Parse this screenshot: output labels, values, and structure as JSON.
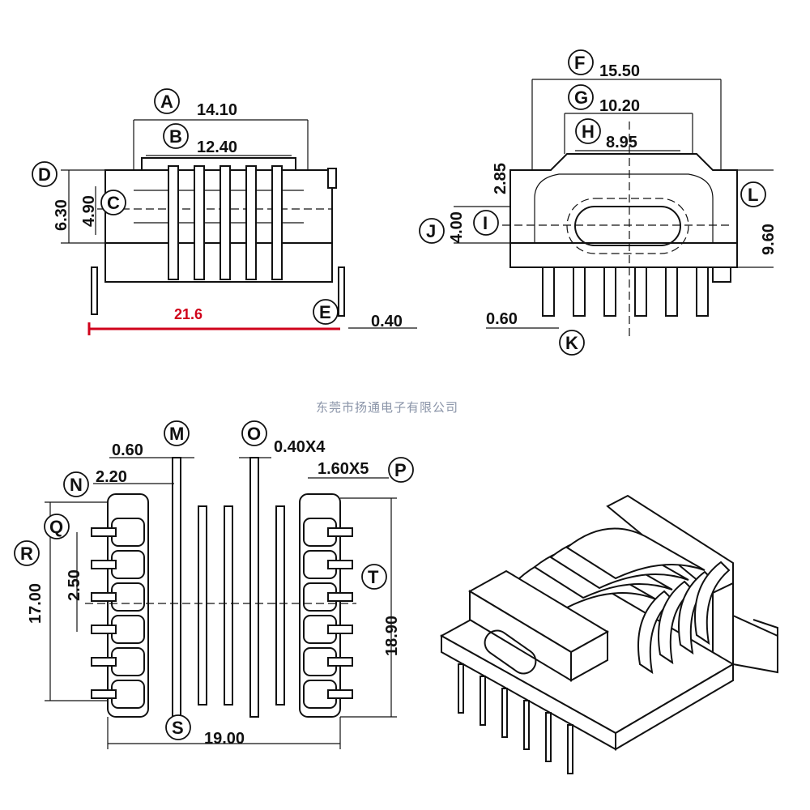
{
  "watermark": "东莞市扬通电子有限公司",
  "view_front": {
    "dims": {
      "a": "14.10",
      "b": "12.40",
      "d": "6.30",
      "c": "4.90",
      "e": "0.40",
      "overall_red": "21.6"
    }
  },
  "view_side": {
    "dims": {
      "f": "15.50",
      "g": "10.20",
      "h": "8.95",
      "top": "2.85",
      "j": "4.00",
      "l": "9.60",
      "k": "0.60"
    }
  },
  "view_bottom": {
    "dims": {
      "m": "0.60",
      "o": "0.40X4",
      "n": "2.20",
      "p": "1.60X5",
      "r": "17.00",
      "pitch": "2.50",
      "t": "18.90",
      "s": "19.00"
    }
  },
  "callouts": [
    "A",
    "B",
    "C",
    "D",
    "E",
    "F",
    "G",
    "H",
    "I",
    "J",
    "K",
    "L",
    "M",
    "N",
    "O",
    "P",
    "Q",
    "R",
    "S",
    "T"
  ],
  "colors": {
    "annotation_red": "#d0021b",
    "line": "#111111"
  }
}
